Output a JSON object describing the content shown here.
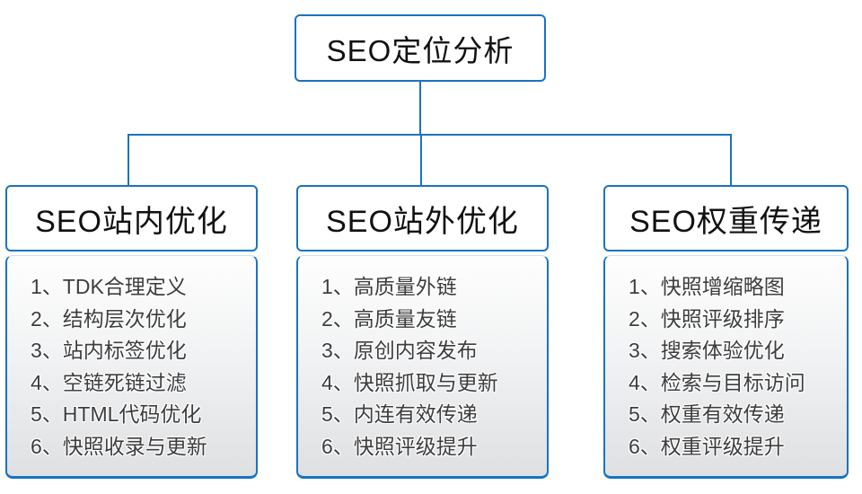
{
  "root": {
    "title": "SEO定位分析"
  },
  "columns": [
    {
      "title": "SEO站内优化",
      "items": [
        "1、TDK合理定义",
        "2、结构层次优化",
        "3、站内标签优化",
        "4、空链死链过滤",
        "5、HTML代码优化",
        "6、快照收录与更新"
      ]
    },
    {
      "title": "SEO站外优化",
      "items": [
        "1、高质量外链",
        "2、高质量友链",
        "3、原创内容发布",
        "4、快照抓取与更新",
        "5、内连有效传递",
        "6、快照评级提升"
      ]
    },
    {
      "title": "SEO权重传递",
      "items": [
        "1、快照增缩略图",
        "2、快照评级排序",
        "3、搜索体验优化",
        "4、检索与目标访问",
        "5、权重有效传递",
        "6、权重评级提升"
      ]
    }
  ],
  "colors": {
    "accent_blue": "#1a73c0",
    "body_gradient_bottom": "#dfe0e2",
    "item_text": "#3d3d3d"
  }
}
